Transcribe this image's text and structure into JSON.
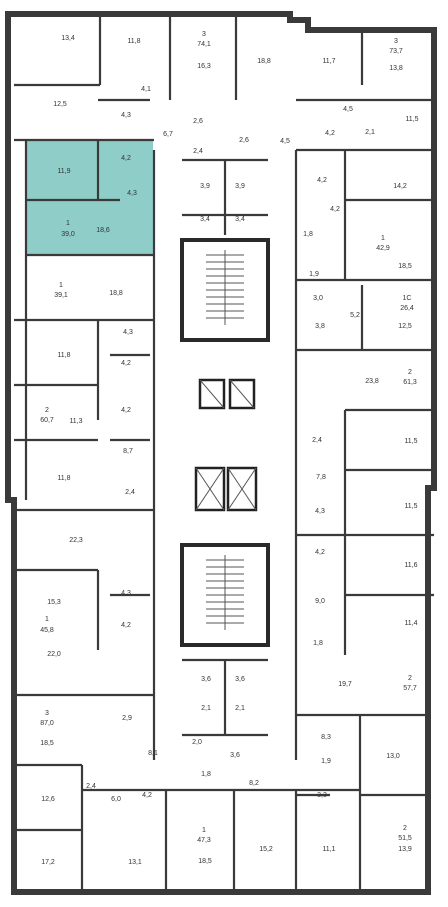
{
  "highlight_color": "#8ecdc8",
  "units": [
    {
      "key": "u1",
      "rooms": "3",
      "total": "74,1"
    },
    {
      "key": "u2",
      "rooms": "3",
      "total": "73,7"
    },
    {
      "key": "u3",
      "rooms": "1",
      "total": "39,0"
    },
    {
      "key": "u4",
      "rooms": "1",
      "total": "42,9"
    },
    {
      "key": "u5",
      "rooms": "1",
      "total": "39,1"
    },
    {
      "key": "u6",
      "rooms": "1С",
      "total": "26,4"
    },
    {
      "key": "u7",
      "rooms": "2",
      "total": "61,3"
    },
    {
      "key": "u8",
      "rooms": "2",
      "total": "60,7"
    },
    {
      "key": "u9",
      "rooms": "1",
      "total": "45,8"
    },
    {
      "key": "u10",
      "rooms": "2",
      "total": "57,7"
    },
    {
      "key": "u11",
      "rooms": "3",
      "total": "87,0"
    },
    {
      "key": "u12",
      "rooms": "1",
      "total": "47,3"
    },
    {
      "key": "u13",
      "rooms": "2",
      "total": "51,5"
    }
  ],
  "areas": [
    "13,4",
    "11,8",
    "16,3",
    "18,8",
    "11,7",
    "13,8",
    "12,5",
    "4,1",
    "4,3",
    "2,6",
    "2,6",
    "4,5",
    "4,2",
    "2,1",
    "11,5",
    "6,7",
    "2,4",
    "4,5",
    "11,9",
    "4,2",
    "4,3",
    "3,9",
    "3,9",
    "4,2",
    "14,2",
    "18,6",
    "3,4",
    "3,4",
    "4,2",
    "1,8",
    "18,5",
    "18,8",
    "1,9",
    "3,0",
    "5,2",
    "12,5",
    "4,3",
    "3,8",
    "11,8",
    "4,2",
    "23,8",
    "4,2",
    "11,3",
    "2,4",
    "11,5",
    "8,7",
    "7,8",
    "11,8",
    "2,4",
    "11,5",
    "4,3",
    "22,3",
    "4,2",
    "11,6",
    "15,3",
    "4,3",
    "9,0",
    "4,2",
    "11,4",
    "1,8",
    "22,0",
    "3,6",
    "3,6",
    "19,7",
    "2,1",
    "2,1",
    "18,5",
    "2,9",
    "8,3",
    "8,1",
    "2,0",
    "3,6",
    "1,9",
    "13,0",
    "12,6",
    "2,4",
    "1,8",
    "8,2",
    "6,0",
    "4,2",
    "3,3",
    "17,2",
    "13,1",
    "18,5",
    "15,2",
    "11,1",
    "13,9"
  ]
}
